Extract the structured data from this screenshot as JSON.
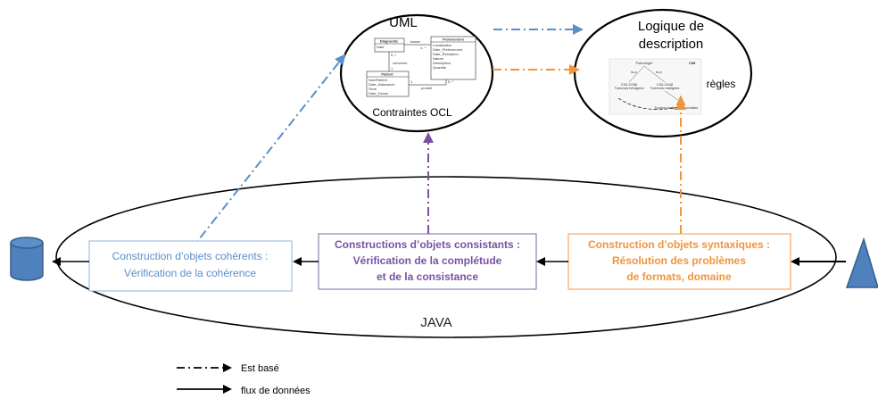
{
  "uml": {
    "title": "UML",
    "constraints": "Contraintes OCL",
    "classes": {
      "diagnostic": {
        "name": "Diagnostic",
        "attr": "Date"
      },
      "prelevement": {
        "name": "Prelevement",
        "attrs": [
          "Localisation",
          "Date_Prelevement",
          "Date_Reception",
          "Nature",
          "Description",
          "Quantite"
        ]
      },
      "patient": {
        "name": "Patient",
        "attrs": [
          "NumPatient",
          "Date_Naissance",
          "Sexe",
          "Date_Deces"
        ]
      }
    },
    "assoc": {
      "base": "basee",
      "concerne": "concerne",
      "produit": "produit",
      "mult_a": "0..*",
      "mult_b": "1..*",
      "mult_c": "1",
      "mult_d": "0..*",
      "mult_e": "1"
    }
  },
  "dl": {
    "title_line1": "Logique de",
    "title_line2": "description",
    "rules": "règles",
    "onto": {
      "root": "Pathologie",
      "cim": "CIM",
      "left_code": "C00-C096",
      "left_label": "Tumeurs bénignes",
      "right_code": "C00-C848",
      "right_label": "Tumeurs malignes",
      "bottom": "Tumeur maligne secondaire",
      "isa": "is-a"
    }
  },
  "java": {
    "label": "JAVA"
  },
  "boxes": {
    "coherent": {
      "line1": "Construction d’objets cohérents :",
      "line2": "Vérification de la cohérence"
    },
    "consistent": {
      "line1": "Constructions d’objets consistants :",
      "line2": "Vérification de la complétude",
      "line3": "et de la consistance"
    },
    "syntactic": {
      "line1": "Construction d’objets  syntaxiques :",
      "line2": "Résolution des problèmes",
      "line3": "de formats, domaine"
    }
  },
  "legend": {
    "based": "Est basé",
    "flow": "flux de données"
  },
  "colors": {
    "blue": "#5b8fc7",
    "purple": "#7a52a3",
    "orange": "#f2943a",
    "db_fill": "#4f81bd",
    "db_stroke": "#385d8a",
    "black": "#000000"
  }
}
